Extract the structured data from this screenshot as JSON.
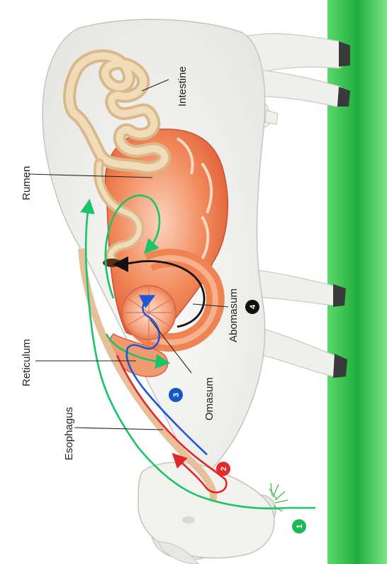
{
  "labels": {
    "intestine": "Intestine",
    "rumen": "Rumen",
    "reticulum": "Reticulum",
    "esophagus": "Esophagus",
    "omasum": "Omasum",
    "abomasum": "Abomasum"
  },
  "steps": {
    "s1": "1",
    "s2": "2",
    "s3": "3",
    "s4": "4"
  },
  "colors": {
    "step1": "#1db954",
    "step2": "#e32b2b",
    "step3": "#1559c9",
    "step4": "#111111",
    "green_path": "#19c46a",
    "red_path": "#e2262a",
    "blue_path": "#1f57d6",
    "black_path": "#111111",
    "cow_body": "#f4f4f2",
    "rumen": "#ef7a4a",
    "intestine": "#ecd4ad",
    "grass": "#2fc24a"
  }
}
